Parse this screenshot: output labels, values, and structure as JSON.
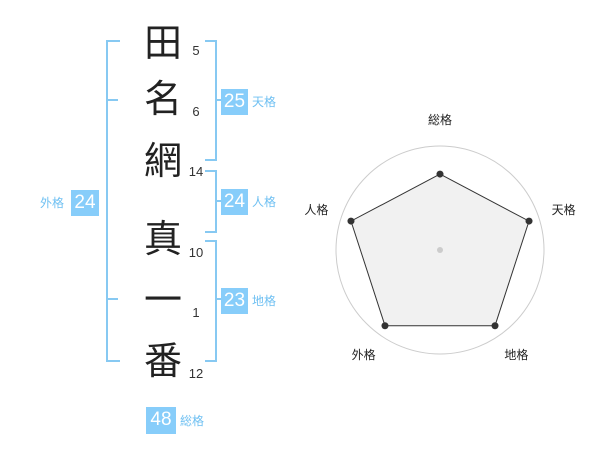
{
  "name_chars": [
    {
      "char": "田",
      "strokes": "5"
    },
    {
      "char": "名",
      "strokes": "6"
    },
    {
      "char": "網",
      "strokes": "14"
    },
    {
      "char": "真",
      "strokes": "10"
    },
    {
      "char": "一",
      "strokes": "1"
    },
    {
      "char": "番",
      "strokes": "12"
    }
  ],
  "kaku": {
    "tenkaku": {
      "value": "25",
      "label": "天格"
    },
    "jinkaku": {
      "value": "24",
      "label": "人格"
    },
    "chikaku": {
      "value": "23",
      "label": "地格"
    },
    "gaikaku": {
      "value": "24",
      "label": "外格"
    },
    "soukaku": {
      "value": "48",
      "label": "総格"
    }
  },
  "chart_data": {
    "type": "radar",
    "axes": [
      "総格",
      "天格",
      "地格",
      "外格",
      "人格"
    ],
    "values": [
      0.73,
      0.9,
      0.9,
      0.9,
      0.9
    ],
    "rings": 4,
    "fill_color": "#eeeeee",
    "stroke_color": "#333333",
    "ring_color": "#cccccc"
  },
  "colors": {
    "accent": "#87cdfa",
    "bracket": "#87c9f2",
    "label": "#6fc0f2"
  }
}
